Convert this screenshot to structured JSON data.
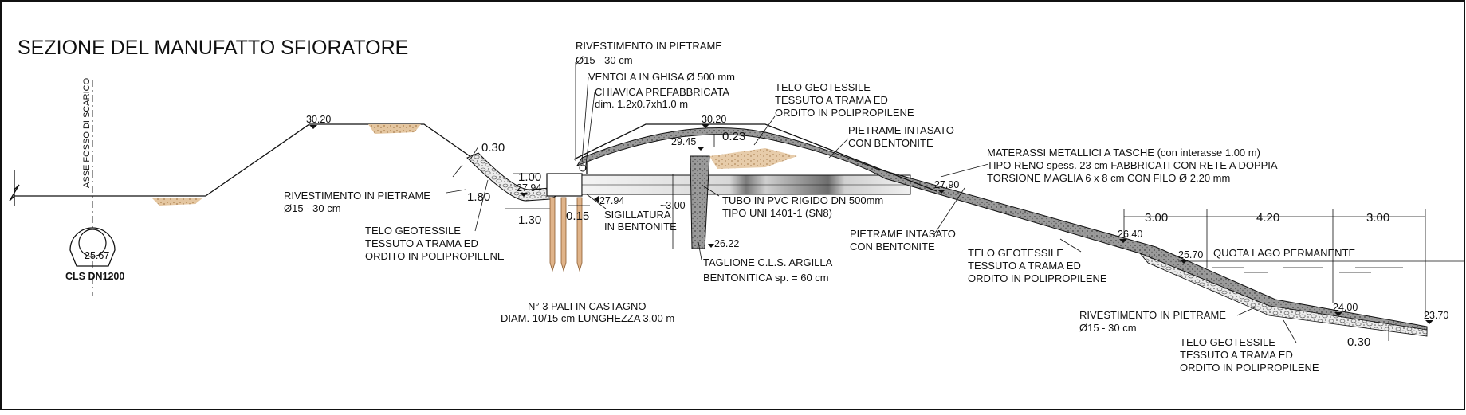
{
  "title": "SEZIONE DEL MANUFATTO SFIORATORE",
  "axis_label": "ASSE FOSSO DI SCARICO",
  "pipe": {
    "name": "CLS DN1200",
    "elevation": "25.67"
  },
  "elevations": {
    "left_crest": "30.20",
    "basin_bottom": "27.94",
    "outlet_bottom": "27.94",
    "dam_top": "29.45",
    "dam_crest": "30.20",
    "pipe_outlet": "27.90",
    "cutoff_bottom": "26.22",
    "slope_break": "26.40",
    "lake_level": "25.70",
    "toe": "24.00",
    "end": "23.70"
  },
  "dimensions": {
    "left_lining_thickness": "0.30",
    "left_slope": "1.80",
    "basin_width": "1.00",
    "basin_base": "1.30",
    "seal_width": "0.15",
    "dam_lining_thickness": "0.23",
    "cutoff_depth": "~3.00",
    "span_a": "3.00",
    "span_b": "4.20",
    "span_c": "3.00",
    "right_lining_thickness": "0.30"
  },
  "labels": {
    "lining_top": [
      "RIVESTIMENTO IN PIETRAME",
      "Ø15 - 30 cm"
    ],
    "valve": "VENTOLA IN GHISA  Ø 500 mm",
    "chiavica": [
      "CHIAVICA PREFABBRICATA",
      "dim. 1.2x0.7xh1.0 m"
    ],
    "geotextile_top": [
      "TELO GEOTESSILE",
      "TESSUTO A TRAMA ED",
      "ORDITO IN POLIPROPILENE"
    ],
    "stone_bentonite_top": [
      "PIETRAME INTASATO",
      "CON BENTONITE"
    ],
    "mattresses": [
      "MATERASSI METALLICI A TASCHE (con interasse 1.00 m)",
      "TIPO RENO spess. 23 cm FABBRICATI CON RETE A DOPPIA",
      "TORSIONE MAGLIA 6 x 8 cm CON FILO  Ø 2.20 mm"
    ],
    "lining_left": [
      "RIVESTIMENTO IN PIETRAME",
      "Ø15 - 30 cm"
    ],
    "geotextile_left": [
      "TELO GEOTESSILE",
      "TESSUTO A TRAMA ED",
      "ORDITO IN POLIPROPILENE"
    ],
    "sealing": [
      "SIGILLATURA",
      "IN BENTONITE"
    ],
    "pvc_pipe": [
      "TUBO IN PVC RIGIDO DN 500mm",
      "TIPO UNI 1401-1 (SN8)"
    ],
    "stone_bentonite_mid": [
      "PIETRAME INTASATO",
      "CON BENTONITE"
    ],
    "cutoff": [
      "TAGLIONE C.L.S. ARGILLA",
      "BENTONITICA sp. = 60 cm"
    ],
    "piles": [
      "N° 3 PALI IN CASTAGNO",
      "DIAM. 10/15 cm LUNGHEZZA 3,00 m"
    ],
    "geotextile_right": [
      "TELO GEOTESSILE",
      "TESSUTO A TRAMA ED",
      "ORDITO IN POLIPROPILENE"
    ],
    "lake": "QUOTA LAGO PERMANENTE",
    "lining_right": [
      "RIVESTIMENTO IN PIETRAME",
      "Ø15 - 30 cm"
    ],
    "geotextile_bottom": [
      "TELO GEOTESSILE",
      "TESSUTO A TRAMA ED",
      "ORDITO IN POLIPROPILENE"
    ]
  }
}
